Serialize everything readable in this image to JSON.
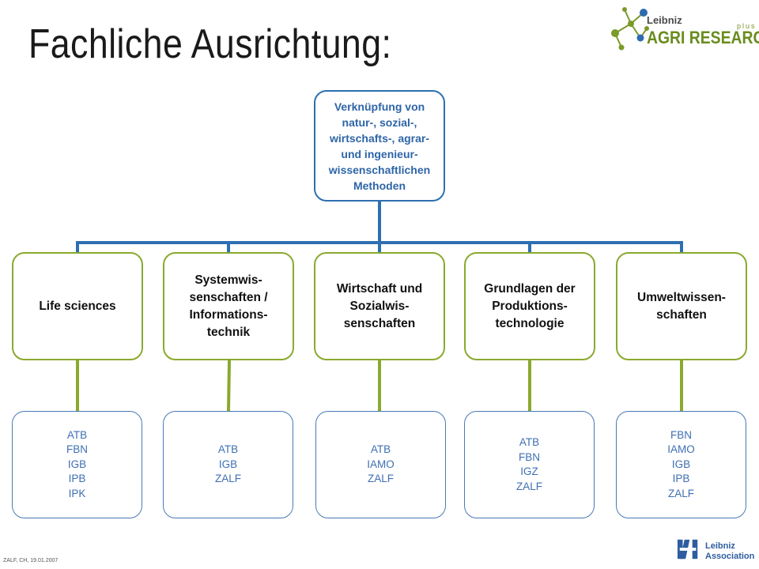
{
  "title": "Fachliche Ausrichtung:",
  "logo_top": {
    "leibniz": "Leibniz",
    "agri": "AGRI RESEARCH",
    "plus": "plus"
  },
  "root": {
    "label": "Verknüpfung von natur-, sozial-, wirtschafts-, agrar- und ingenieur-wissenschaftlichen Methoden"
  },
  "categories": [
    {
      "label": "Life sciences",
      "institutes": "ATB\nFBN\nIGB\nIPB\nIPK"
    },
    {
      "label": "Systemwis-senschaften / Informations-technik",
      "institutes": "ATB\nIGB\nZALF"
    },
    {
      "label": "Wirtschaft und Sozialwis-senschaften",
      "institutes": "ATB\nIAMO\nZALF"
    },
    {
      "label": "Grundlagen der Produktions-technologie",
      "institutes": "ATB\nFBN\nIGZ\nZALF"
    },
    {
      "label": "Umweltwissen-schaften",
      "institutes": "FBN\nIAMO\nIGB\nIPB\nZALF"
    }
  ],
  "footer": "ZALF, CH, 19.01.2007",
  "logo_bottom": {
    "line1": "Leibniz",
    "line2": "Association"
  },
  "colors": {
    "root_border": "#2d6fb0",
    "category_border": "#8aa92f",
    "institute_border": "#4a78b8",
    "connector_blue": "#2d6fb0",
    "connector_green": "#8aa92f"
  }
}
